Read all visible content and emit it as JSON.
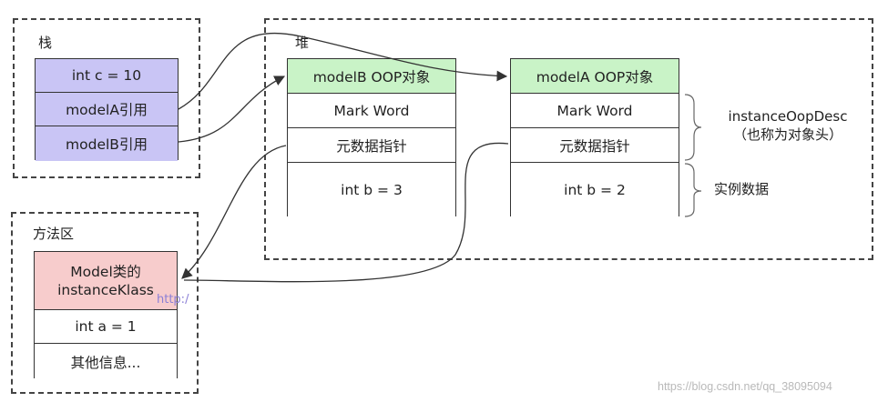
{
  "regions": {
    "stack_label": "栈",
    "heap_label": "堆",
    "method_area_label": "方法区"
  },
  "stack": {
    "cells": [
      "int c = 10",
      "modelA引用",
      "modelB引用"
    ]
  },
  "heap": {
    "modelB": {
      "header": "modelB OOP对象",
      "mark_word": "Mark Word",
      "pointer": "元数据指针",
      "data": "int b = 3"
    },
    "modelA": {
      "header": "modelA OOP对象",
      "mark_word": "Mark Word",
      "pointer": "元数据指针",
      "data": "int b = 2"
    }
  },
  "method_area": {
    "title_line1": "Model类的",
    "title_line2": "instanceKlass",
    "field": "int a = 1",
    "other": "其他信息..."
  },
  "annotations": {
    "oop_desc_line1": "instanceOopDesc",
    "oop_desc_line2": "（也称为对象头）",
    "instance_data": "实例数据"
  },
  "watermarks": {
    "left": "http:/",
    "right": "https://blog.csdn.net/qq_38095094"
  },
  "colors": {
    "stack_fill": "#c9c5f5",
    "header_fill": "#c9f3c7",
    "klass_fill": "#f7cccc",
    "border": "#333333"
  }
}
